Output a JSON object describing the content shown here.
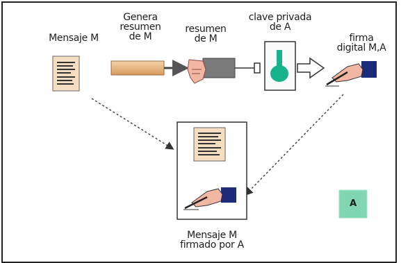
{
  "labels": {
    "mensaje_m": "Mensaje M",
    "genera_resumen": "Genera\nresumen\nde M",
    "resumen_m": "resumen\nde M",
    "clave_privada": "clave privada\nde A",
    "firma_digital": "firma\ndigital M,A",
    "mensaje_firmado": "Mensaje M\nfirmado por A",
    "badge_a": "A"
  },
  "colors": {
    "document_bg": "#f4ddc0",
    "digest_bar": "#e8b27a",
    "key_green": "#16b38d",
    "hand_fill": "#f2b7a3",
    "sleeve_navy": "#1c2b7a",
    "badge_bg": "#7fd6b0"
  }
}
